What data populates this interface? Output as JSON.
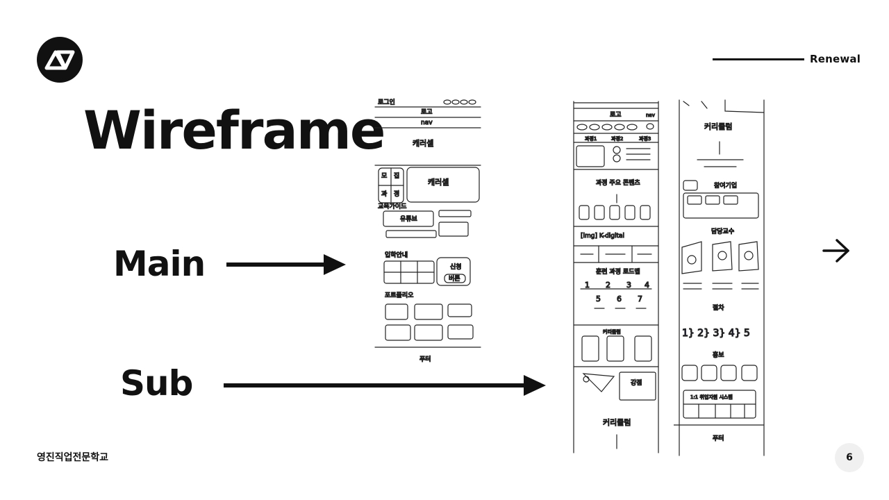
{
  "header": {
    "logo_icon": "brand-logo-icon",
    "tag": "Renewal"
  },
  "slide": {
    "title": "Wireframe",
    "main_label": "Main",
    "sub_label": "Sub"
  },
  "main_sketch": {
    "topbar": "로그인",
    "logo": "로고",
    "nav": "nav",
    "carousel_top": "캐러셀",
    "carousel_box": "캐러셀",
    "quick_a": "모",
    "quick_b": "집",
    "quick_c": "과",
    "quick_d": "정",
    "guide": "교육가이드",
    "youtube": "유튜브",
    "admission": "입학안내",
    "apply": "신청",
    "apply_btn": "버튼",
    "portfolio": "포트폴리오",
    "footer": "푸터"
  },
  "sub_sketch": {
    "logo": "로고",
    "nav": "nav",
    "tab1": "과정1",
    "tab2": "과정2",
    "tab3": "과정3",
    "main_content": "과정 주요 콘텐츠",
    "kdigital": "[img] K-digital",
    "roadmap": "훈련 과정 로드맵",
    "roadmap_nums_top": [
      "1",
      "2",
      "3",
      "4"
    ],
    "roadmap_nums_bottom": [
      "5",
      "6",
      "7"
    ],
    "curriculum_small": "커리큘럼",
    "lecture": "강점",
    "curriculum_bottom": "커리큘럼",
    "curriculum_right": "커리큘럼",
    "partners": "참여기업",
    "professors": "담당교수",
    "process": "절차",
    "process_steps": "1} 2} 3} 4} 5",
    "promo": "홍보",
    "consult": "1:1 취업지원 시스템",
    "footer": "푸터"
  },
  "footer": {
    "school": "영진직업전문학교",
    "page": "6",
    "next_icon": "arrow-right-icon"
  }
}
